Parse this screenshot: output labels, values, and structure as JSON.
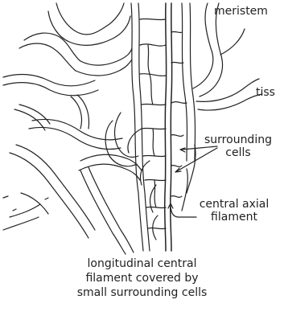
{
  "labels": {
    "meristem": "meristem",
    "tiss": "tiss",
    "surrounding_line1": "surrounding",
    "surrounding_line2": "cells",
    "central_line1": "central axial",
    "central_line2": "filament"
  },
  "caption": {
    "line1": "longitudinal central",
    "line2": "filament covered by",
    "line3": "small surrounding cells"
  },
  "colors": {
    "line": "#222222",
    "background": "#ffffff"
  }
}
